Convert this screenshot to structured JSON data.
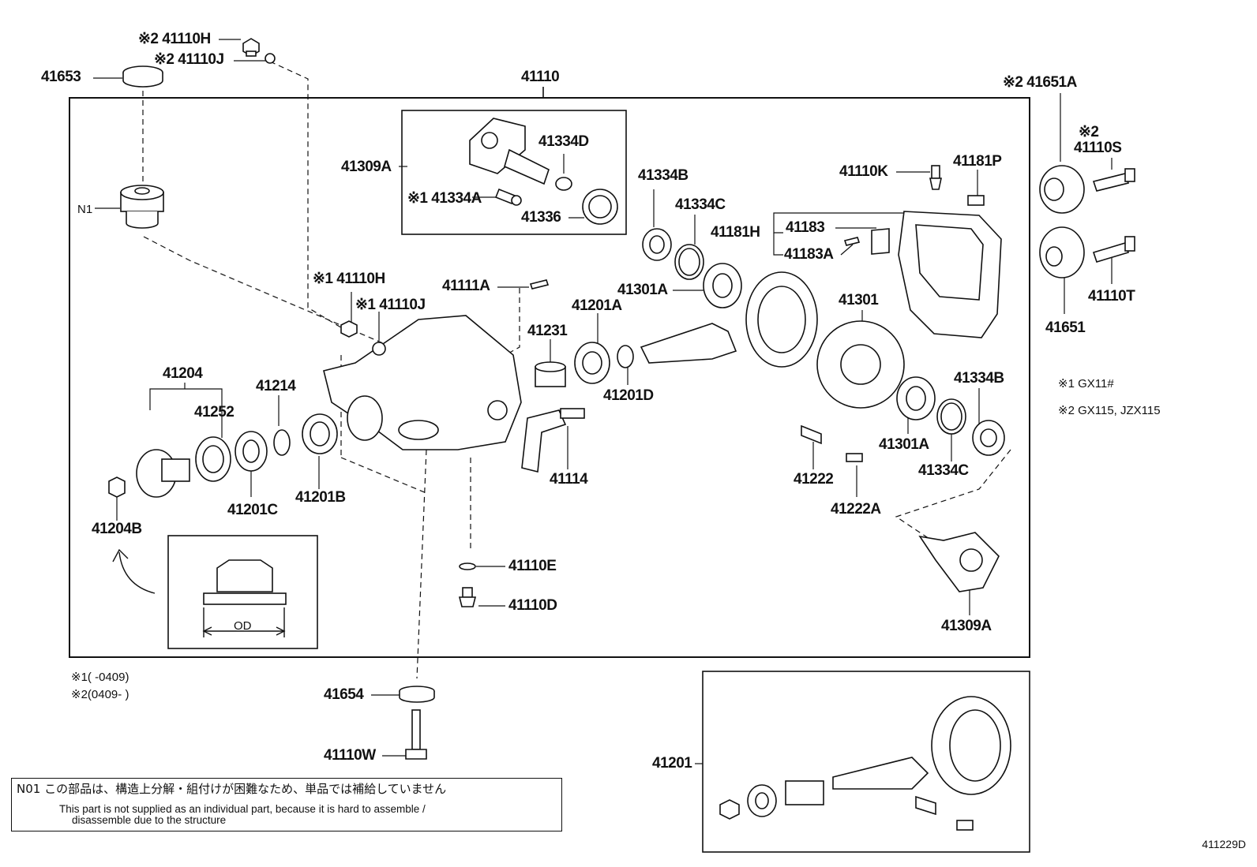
{
  "labels": {
    "p41110H_top": "※2 41110H",
    "p41110J_top": "※2 41110J",
    "p41653": "41653",
    "p41110": "41110",
    "p41651A": "※2 41651A",
    "p41110S_mark": "※2",
    "p41110S": "41110S",
    "p41309A_top": "41309A",
    "p41334D": "41334D",
    "p41334A": "※1 41334A",
    "p41336": "41336",
    "p41334B_top": "41334B",
    "p41334C_top": "41334C",
    "p41181H": "41181H",
    "p41183": "41183",
    "p41183A": "41183A",
    "p41110K": "41110K",
    "p41181P": "41181P",
    "pN1": "N1",
    "p41110H_mid": "※1 41110H",
    "p41110J_mid": "※1 41110J",
    "p41111A": "41111A",
    "p41301A_top": "41301A",
    "p41201A": "41201A",
    "p41231": "41231",
    "p41201D": "41201D",
    "p41301": "41301",
    "p41651": "41651",
    "p41110T": "41110T",
    "p41204": "41204",
    "p41252": "41252",
    "p41214": "41214",
    "p41201C": "41201C",
    "p41201B": "41201B",
    "p41204B": "41204B",
    "p41114": "41114",
    "p41222": "41222",
    "p41222A": "41222A",
    "p41301A_bot": "41301A",
    "p41334C_bot": "41334C",
    "p41334B_bot": "41334B",
    "p41110E": "41110E",
    "p41110D": "41110D",
    "p41309A_bot": "41309A",
    "p41654": "41654",
    "p41110W": "41110W",
    "p41201": "41201",
    "od": "OD"
  },
  "legend": {
    "note1": "※1 GX11#",
    "note2": "※2 GX115, JZX115"
  },
  "footnotes": {
    "f1": "※1(    -0409)",
    "f2": "※2(0409-    )"
  },
  "notice": {
    "jp": "N01 この部品は、構造上分解・組付けが困難なため、単品では補給していません",
    "en1": "This part is not supplied as an individual part, because it is hard to assemble /",
    "en2": "disassemble due to the structure"
  },
  "diagram_code": "411229D"
}
